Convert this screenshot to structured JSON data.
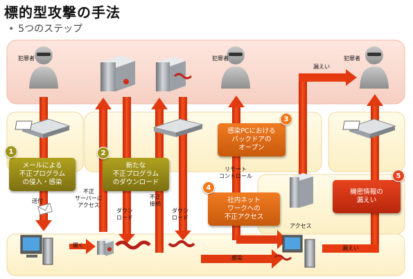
{
  "title": "標的型攻撃の手法",
  "subtitle": "5つのステップ",
  "labels": {
    "attacker1": "犯罪者",
    "attacker2": "犯罪者",
    "attacker3": "犯罪者",
    "send": "送付",
    "illegal_server_access": "不正\nサーバーに\nアクセス",
    "download1": "ダウン\nロード",
    "illegal_connect": "不正\n接続",
    "download2": "ダウン\nロード",
    "remote_control": "リモート\nコントロール",
    "access": "アクセス",
    "leak_top": "漏えい",
    "leak_bottom": "漏えい",
    "open": "開く",
    "infect": "感染"
  },
  "steps": [
    {
      "number": "1",
      "text": "メールによる\n不正プログラム\nの侵入・感染",
      "color": "#9a8c18"
    },
    {
      "number": "2",
      "text": "新たな\n不正プログラム\nのダウンロード",
      "color": "#9a8c18"
    },
    {
      "number": "3",
      "text": "感染PCにおける\nバックドアの\nオープン",
      "color": "#ee7a20"
    },
    {
      "number": "4",
      "text": "社内ネット\nワークへの\n不正アクセス",
      "color": "#ee7a20"
    },
    {
      "number": "5",
      "text": "機密情報の\n漏えい",
      "color": "#e5411c"
    }
  ],
  "colors": {
    "arrow": "#e8330c",
    "band_top": "#f8d9d0",
    "band_mid": "#fdf3cf",
    "band_bottom": "#fdf3cf"
  }
}
